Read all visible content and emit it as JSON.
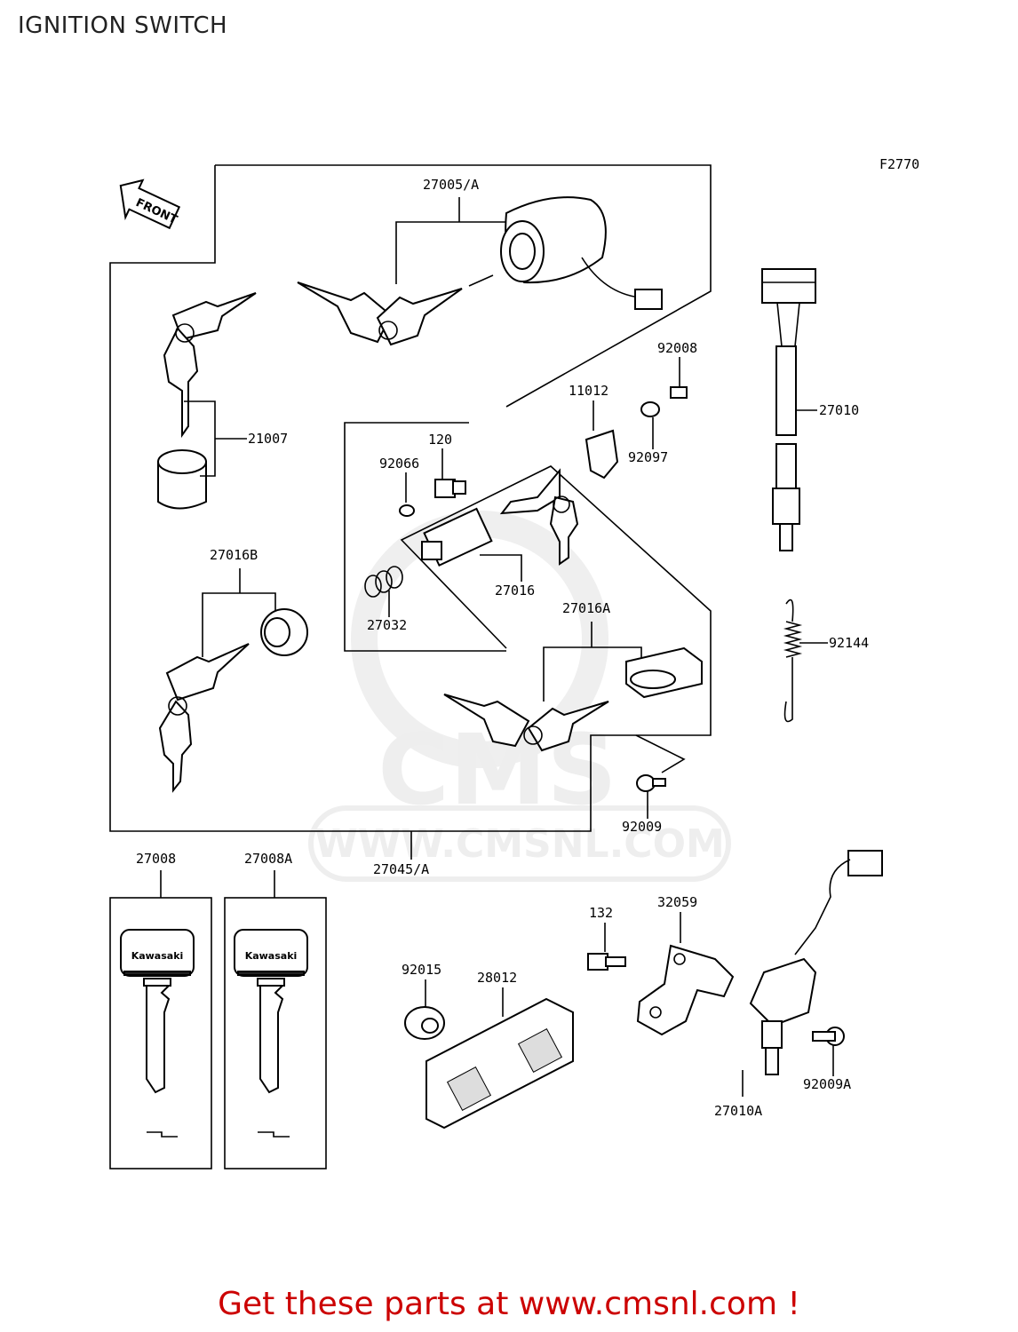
{
  "header": {
    "title": "IGNITION SWITCH"
  },
  "figure_code": "F2770",
  "front_label": "FRONT",
  "watermark": {
    "brand": "CMS",
    "url": "WWW.CMSNL.COM"
  },
  "key_brand": "Kawasaki",
  "parts": {
    "p27005A": "27005/A",
    "p21007": "21007",
    "p27016B": "27016B",
    "p92008": "92008",
    "p11012": "11012",
    "p120": "120",
    "p92066": "92066",
    "p92097": "92097",
    "p27010": "27010",
    "p27016": "27016",
    "p27032": "27032",
    "p27016A": "27016A",
    "p92144": "92144",
    "p92009": "92009",
    "p27045A": "27045/A",
    "p27008": "27008",
    "p27008A": "27008A",
    "p132": "132",
    "p32059": "32059",
    "p92015": "92015",
    "p28012": "28012",
    "p27010A": "27010A",
    "p92009A": "92009A"
  },
  "footer": {
    "cta": "Get these parts at www.cmsnl.com !"
  }
}
